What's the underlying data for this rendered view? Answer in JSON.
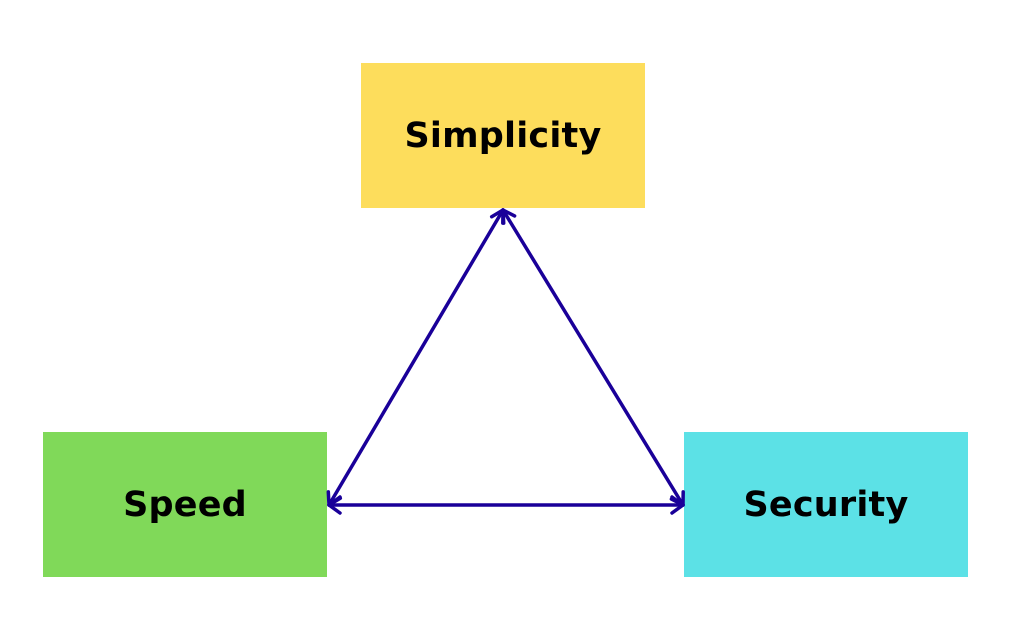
{
  "nodes": {
    "simplicity": {
      "label": "Simplicity",
      "color": "#fddd5c"
    },
    "speed": {
      "label": "Speed",
      "color": "#80d959"
    },
    "security": {
      "label": "Security",
      "color": "#5ce1e6"
    }
  },
  "connector_color": "#1a0099",
  "edges": [
    {
      "from": "simplicity",
      "to": "speed",
      "arrows": "both"
    },
    {
      "from": "simplicity",
      "to": "security",
      "arrows": "both"
    },
    {
      "from": "speed",
      "to": "security",
      "arrows": "both"
    }
  ]
}
